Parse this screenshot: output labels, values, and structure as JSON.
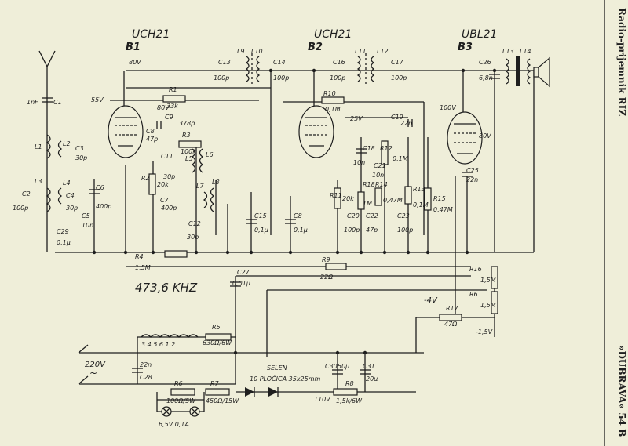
{
  "sidebar": {
    "top": "Radio-prijemnik RIZ",
    "bottom": "»DUBRAVA« 54 B"
  },
  "tubes": [
    {
      "type": "UCH21",
      "ref": "B1"
    },
    {
      "type": "UCH21",
      "ref": "B2"
    },
    {
      "type": "UBL21",
      "ref": "B3"
    }
  ],
  "labels": {
    "v80_b1": "80V",
    "v55": "55V",
    "r1": "R1",
    "r1v": "33k",
    "v80b": "80V",
    "c9": "C9",
    "c9v": "378p",
    "c8b": "C8",
    "c8bv": "47p",
    "r3": "R3",
    "r3v": "100k",
    "l5": "L5",
    "c11": "C11",
    "c11v": "30p",
    "l6": "L6",
    "r2": "R2",
    "r2v": "20k",
    "c7": "C7",
    "c7v": "400p",
    "l7": "L7",
    "l8": "L8",
    "c12": "C12",
    "c12v": "30p",
    "c13": "C13",
    "c13v": "100p",
    "l9": "L9",
    "l10": "L10",
    "c14": "C14",
    "c14v": "100p",
    "r10": "R10",
    "r10v": "0,1M",
    "v25": "25V",
    "c16": "C16",
    "c16v": "100p",
    "l11": "L11",
    "l12": "L12",
    "c17": "C17",
    "c17v": "100p",
    "c19": "C19",
    "c19v": "22n",
    "c18": "C18",
    "c18v": "10n",
    "r11": "R11",
    "r11v": "20k",
    "c21": "C21",
    "c21v": "10n",
    "r18": "R18",
    "r18v": "1M",
    "r12": "R12",
    "r12v": "0,1M",
    "r14": "R14",
    "r14v": "0,47M",
    "r13": "R13",
    "r13v": "0,1M",
    "c20": "C20",
    "c20v": "100p",
    "c22": "C22",
    "c22v": "47p",
    "c23": "C23",
    "c23v": "100p",
    "r15": "R15",
    "r15v": "0,47M",
    "c15": "C15",
    "c15v": "0,1µ",
    "c8": "C8",
    "c8v": "0,1µ",
    "v100": "100V",
    "v80c": "80V",
    "c26": "C26",
    "c26v": "6,8n",
    "l13": "L13",
    "l14": "L14",
    "c25": "C25",
    "c25v": "22n",
    "c1": "C1",
    "c1v": "1nF",
    "l1": "L1",
    "l2": "L2",
    "c3": "C3",
    "c3v": "30p",
    "l3": "L3",
    "l4": "L4",
    "c4": "C4",
    "c4v": "30p",
    "c6": "C6",
    "c6v": "400p",
    "c2": "C2",
    "c2v": "100p",
    "c5": "C5",
    "c5v": "10n",
    "c29": "C29",
    "c29v": "0,1µ",
    "r4": "R4",
    "r4v": "1,5M",
    "r9": "R9",
    "r9v": "22Ω",
    "c27": "C27",
    "c27v": "0,01µ",
    "freq": "473,6 KHZ",
    "r16": "R16",
    "r16v": "1,5M",
    "r6b": "R6",
    "r6bv": "1,5M",
    "minus4": "-4V",
    "r17": "R17",
    "r17v": "47Ω",
    "minus15": "-1,5V",
    "r5": "R5",
    "r5v": "630Ω/6W",
    "filaments": "3 4 5 6 1 2",
    "v220": "220V",
    "tilde": "~",
    "c28": "C28",
    "c28v": "22n",
    "r6": "R6",
    "r6v": "100Ω/5W",
    "r7": "R7",
    "r7v": "450Ω/15W",
    "lamp": "6,5V 0,1A",
    "rect1": "SELEN",
    "rect2": "10 PLOČICA 35x25mm",
    "c30": "C30",
    "c30v": "50µ",
    "c31": "C31",
    "c31v": "20µ",
    "v110": "110V",
    "r8": "R8",
    "r8v": "1,5k/6W"
  }
}
